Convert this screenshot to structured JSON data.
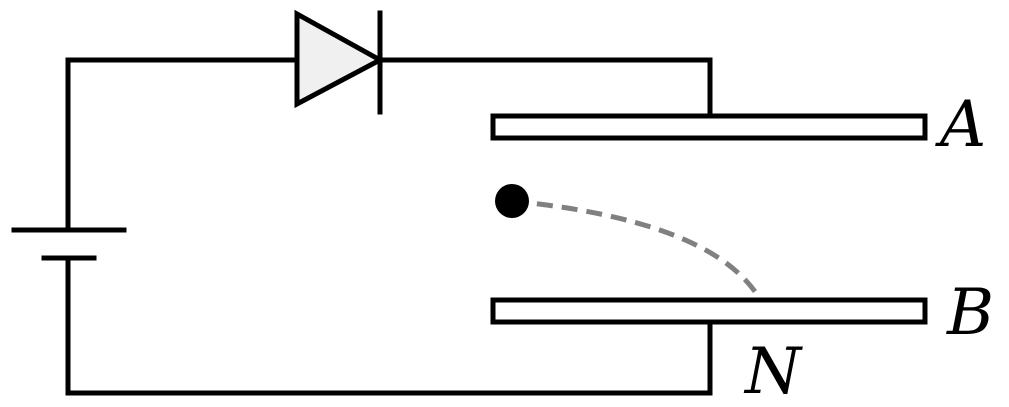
{
  "labels": {
    "plate_a": "A",
    "plate_b": "B",
    "point_n": "N"
  },
  "icons": {
    "battery": "battery-icon",
    "diode": "diode-icon",
    "particle": "charged-particle-icon"
  },
  "colors": {
    "wire": "#000000",
    "diode_fill": "#f0f0f0",
    "trajectory": "#808080",
    "particle": "#000000"
  }
}
